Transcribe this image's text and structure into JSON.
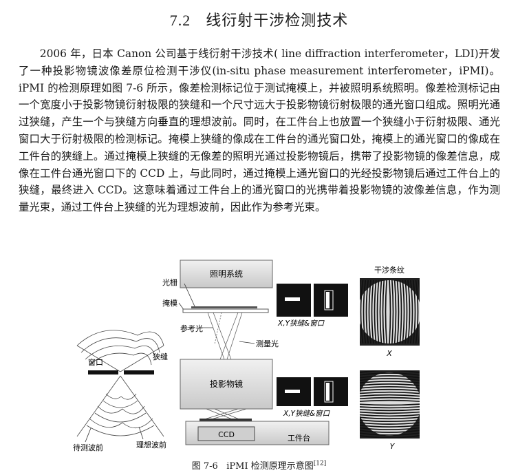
{
  "section": {
    "number": "7.2",
    "title": "线衍射干涉检测技术"
  },
  "paragraph": "2006 年，日本 Canon 公司基于线衍射干涉技术( line diffraction interferometer，LDI)开发了一种投影物镜波像差原位检测干涉仪(in-situ phase measurement interferometer，iPMI)。iPMI 的检测原理如图 7-6 所示，像差检测标记位于测试掩模上，并被照明系统照明。像差检测标记由一个宽度小于投影物镜衍射极限的狭缝和一个尺寸远大于投影物镜衍射极限的通光窗口组成。照明光通过狭缝，产生一个与狭缝方向垂直的理想波前。同时，在工件台上也放置一个狭缝小于衍射极限、通光窗口大于衍射极限的检测标记。掩模上狭缝的像成在工件台的通光窗口处，掩模上的通光窗口的像成在工件台的狭缝上。通过掩模上狭缝的无像差的照明光通过投影物镜后，携带了投影物镜的像差信息，成像在工件台通光窗口下的 CCD 上，与此同时，通过掩模上通光窗口的光经投影物镜后通过工件台上的狭缝，最终进入 CCD。这意味着通过工件台上的通光窗口的光携带着投影物镜的波像差信息，作为测量光束，通过工件台上狭缝的光为理想波前，因此作为参考光束。",
  "figure": {
    "labels": {
      "illumination": "照明系统",
      "grating": "光栅",
      "mask": "掩模",
      "reference_light": "参考光",
      "measurement_light": "测量光",
      "projection_lens": "投影物镜",
      "ccd": "CCD",
      "stage": "工件台",
      "window": "窗口",
      "slit": "狭缝",
      "wavefront_under_test": "待测波前",
      "ideal_wavefront": "理想波前",
      "xy_slit_window_top": "X,Y狭缝&窗口",
      "xy_slit_window_bottom": "X,Y狭缝&窗口",
      "fringes_title": "干涉条纹",
      "fringe_x": "X",
      "fringe_y": "Y"
    },
    "caption": {
      "label": "图 7-6",
      "text": "iPMI 检测原理示意图",
      "ref": "[12]"
    }
  }
}
